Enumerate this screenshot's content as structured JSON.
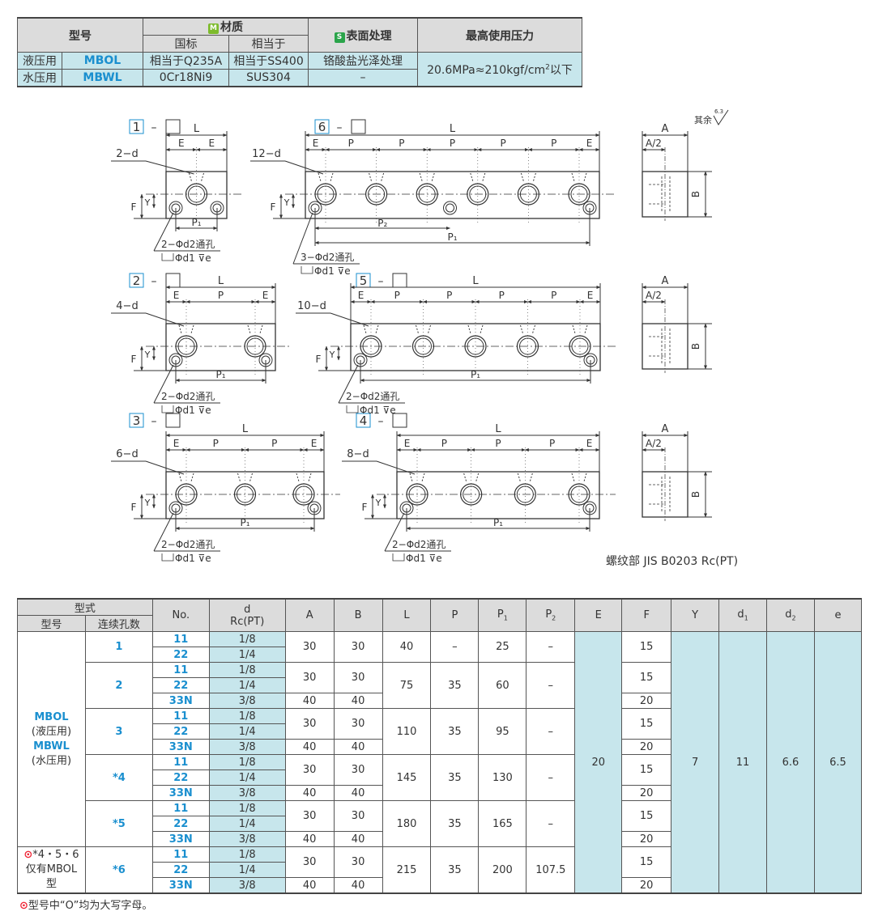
{
  "material_table": {
    "h_model": "型号",
    "h_material_badge": "M",
    "h_material": "材质",
    "h_jis": "国标",
    "h_equiv": "相当于",
    "h_surface_badge": "S",
    "h_surface": "表面处理",
    "h_pressure": "最高使用压力",
    "rows": [
      {
        "use": "液压用",
        "model": "MBOL",
        "jis": "相当于Q235A",
        "equiv": "相当于SS400",
        "surface": "铬酸盐光泽处理"
      },
      {
        "use": "水压用",
        "model": "MBWL",
        "jis": "0Cr18Ni9",
        "equiv": "SUS304",
        "surface": "–"
      }
    ],
    "pressure_pre": "20.6MPa≈210kgf/cm",
    "pressure_sup": "2",
    "pressure_post": "以下"
  },
  "drawing": {
    "surface_note": "其余",
    "roughness": "6.3",
    "thread_note": "螺纹部 JIS B0203 Rc(PT)",
    "labels": {
      "L": "L",
      "E": "E",
      "P": "P",
      "F": "F",
      "Y": "Y",
      "A": "A",
      "A2": "A/2",
      "B": "B",
      "P1": "P₁",
      "P2": "P₂",
      "d2": "2−Φd2通孔",
      "d3": "3−Φd2通孔",
      "cbore": "Φd1 ⊽e"
    },
    "views": [
      {
        "num": "1",
        "holes": "2−d"
      },
      {
        "num": "2",
        "holes": "4−d"
      },
      {
        "num": "3",
        "holes": "6−d"
      },
      {
        "num": "4",
        "holes": "8−d"
      },
      {
        "num": "5",
        "holes": "10−d"
      },
      {
        "num": "6",
        "holes": "12−d"
      }
    ],
    "dash": "–"
  },
  "spec_table": {
    "h_type": "型式",
    "h_model": "型号",
    "h_count": "连续孔数",
    "h_no": "No.",
    "h_d": "d",
    "h_rc": "Rc(PT)",
    "cols": [
      "A",
      "B",
      "L",
      "P",
      "P",
      "P",
      "E",
      "F",
      "Y",
      "d",
      "d",
      "e"
    ],
    "col_subs": [
      "",
      "",
      "",
      "",
      "1",
      "2",
      "",
      "",
      "",
      "1",
      "2",
      ""
    ],
    "model_lines": [
      "MBOL",
      "(液压用)",
      "MBWL",
      "(水压用)"
    ],
    "note_lines": [
      "*4・5・6",
      "仅有MBOL",
      "型"
    ],
    "note_mark": "!",
    "groups": [
      {
        "count": "1",
        "L": "40",
        "P": "–",
        "P1": "25",
        "P2": "–",
        "rows": [
          {
            "no": "11",
            "d": "1/8"
          },
          {
            "no": "22",
            "d": "1/4"
          }
        ],
        "ab": [
          "30",
          "30"
        ],
        "f": "15"
      },
      {
        "count": "2",
        "L": "75",
        "P": "35",
        "P1": "60",
        "P2": "–",
        "rows": [
          {
            "no": "11",
            "d": "1/8"
          },
          {
            "no": "22",
            "d": "1/4"
          },
          {
            "no": "33N",
            "d": "3/8"
          }
        ],
        "ab": [
          "30",
          "30"
        ],
        "ab3": [
          "40",
          "40"
        ],
        "f": "15",
        "f3": "20"
      },
      {
        "count": "3",
        "L": "110",
        "P": "35",
        "P1": "95",
        "P2": "–",
        "rows": [
          {
            "no": "11",
            "d": "1/8"
          },
          {
            "no": "22",
            "d": "1/4"
          },
          {
            "no": "33N",
            "d": "3/8"
          }
        ],
        "ab": [
          "30",
          "30"
        ],
        "ab3": [
          "40",
          "40"
        ],
        "f": "15",
        "f3": "20"
      },
      {
        "count": "*4",
        "L": "145",
        "P": "35",
        "P1": "130",
        "P2": "–",
        "rows": [
          {
            "no": "11",
            "d": "1/8"
          },
          {
            "no": "22",
            "d": "1/4"
          },
          {
            "no": "33N",
            "d": "3/8"
          }
        ],
        "ab": [
          "30",
          "30"
        ],
        "ab3": [
          "40",
          "40"
        ],
        "f": "15",
        "f3": "20"
      },
      {
        "count": "*5",
        "L": "180",
        "P": "35",
        "P1": "165",
        "P2": "–",
        "rows": [
          {
            "no": "11",
            "d": "1/8"
          },
          {
            "no": "22",
            "d": "1/4"
          },
          {
            "no": "33N",
            "d": "3/8"
          }
        ],
        "ab": [
          "30",
          "30"
        ],
        "ab3": [
          "40",
          "40"
        ],
        "f": "15",
        "f3": "20"
      },
      {
        "count": "*6",
        "L": "215",
        "P": "35",
        "P1": "200",
        "P2": "107.5",
        "rows": [
          {
            "no": "11",
            "d": "1/8"
          },
          {
            "no": "22",
            "d": "1/4"
          },
          {
            "no": "33N",
            "d": "3/8"
          }
        ],
        "ab": [
          "30",
          "30"
        ],
        "ab3": [
          "40",
          "40"
        ],
        "f": "15",
        "f3": "20"
      }
    ],
    "E": "20",
    "Y": "7",
    "d1": "11",
    "d2": "6.6",
    "e": "6.5"
  },
  "footnote": "型号中“O”均为大写字母。"
}
